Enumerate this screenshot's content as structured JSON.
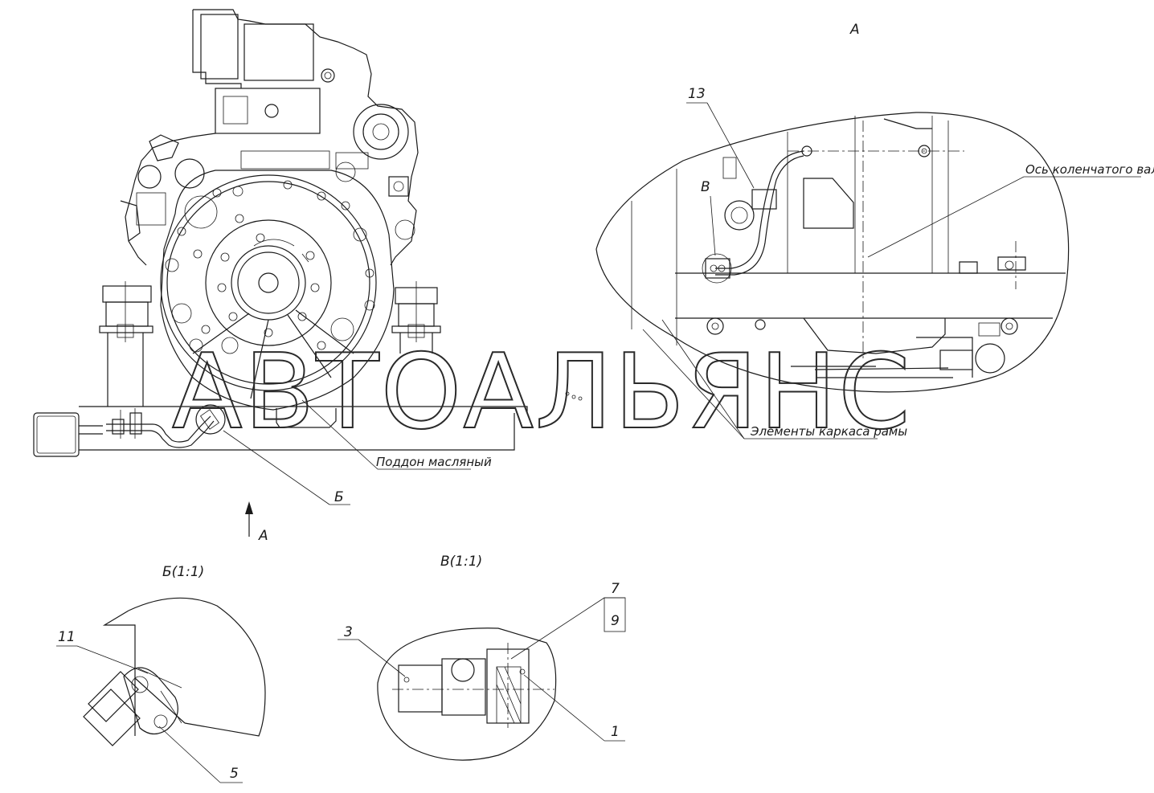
{
  "watermark": "АВТОАЛЬЯНС",
  "view_labels": {
    "view_a_top": "А",
    "arrow_a": "А",
    "callout_b": "Б",
    "callout_v": "В",
    "detail_b_title": "Б(1:1)",
    "detail_v_title": "В(1:1)"
  },
  "annotations": {
    "oil_pan": "Поддон масляный",
    "crankshaft_axis": "Ось коленчатого вала",
    "frame_elements": "Элементы каркаса рамы"
  },
  "part_numbers": {
    "p13": "13",
    "p11": "11",
    "p5": "5",
    "p3": "3",
    "p7": "7",
    "p9": "9",
    "p1": "1"
  }
}
